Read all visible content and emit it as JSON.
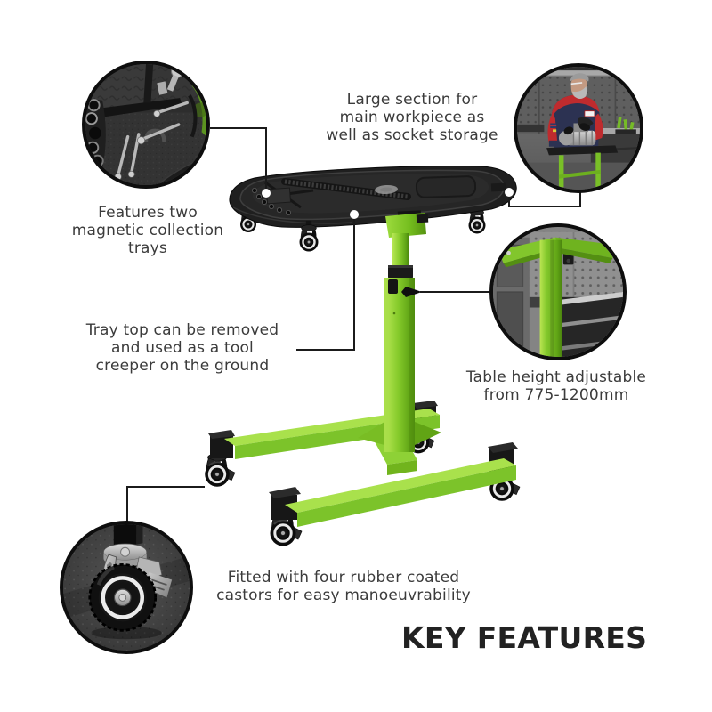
{
  "title": {
    "label": "KEY FEATURES"
  },
  "callouts": {
    "magnetic_trays": {
      "lines": [
        "Features two",
        "magnetic collection",
        "trays"
      ],
      "image": "magnetic-collection-tray-closeup"
    },
    "large_section": {
      "lines": [
        "Large section for",
        "main workpiece as",
        "well as socket storage"
      ],
      "image": "mechanic-working-at-table-closeup"
    },
    "tool_creeper": {
      "lines": [
        "Tray top can be removed",
        "and used as a tool",
        "creeper on the ground"
      ]
    },
    "height_adjustable": {
      "lines": [
        "Table height adjustable",
        "from 775-1200mm"
      ],
      "image": "height-adjustable-column-closeup"
    },
    "castors": {
      "lines": [
        "Fitted with four rubber coated",
        "castors for easy manoeuvrability"
      ],
      "image": "rubber-coated-castor-closeup"
    }
  },
  "product": {
    "description": "adjustable mobile work table with removable creeper tray top",
    "colors": {
      "green": "#7CC32A",
      "green_light": "#A9E14C",
      "green_dark": "#5DA018",
      "tray_black": "#1F1F1F"
    }
  },
  "style": {
    "text_color": "#3B3B3B",
    "title_color": "#222222",
    "leader_line_color": "#1B1B1B",
    "background": "#FFFFFF"
  }
}
